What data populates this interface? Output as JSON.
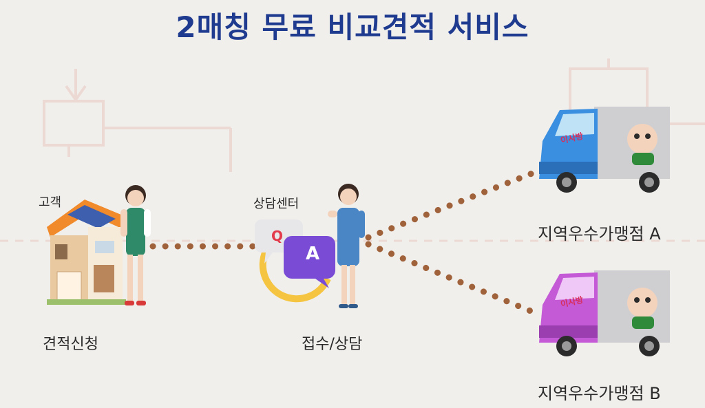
{
  "title": "2매칭 무료 비교견적 서비스",
  "customer": {
    "tag": "고객",
    "caption": "견적신청"
  },
  "center": {
    "tag": "상담센터",
    "caption": "접수/상담",
    "q_letter": "Q",
    "a_letter": "A"
  },
  "stores": [
    {
      "name": "지역우수가맹점 A",
      "truck_color": "#3a8fe0"
    },
    {
      "name": "지역우수가맹점 B",
      "truck_color": "#c45ad6"
    }
  ],
  "truck_logo": "이사방",
  "colors": {
    "title": "#1f3b8f",
    "dots": "#a0623a",
    "background": "#f1efec"
  }
}
